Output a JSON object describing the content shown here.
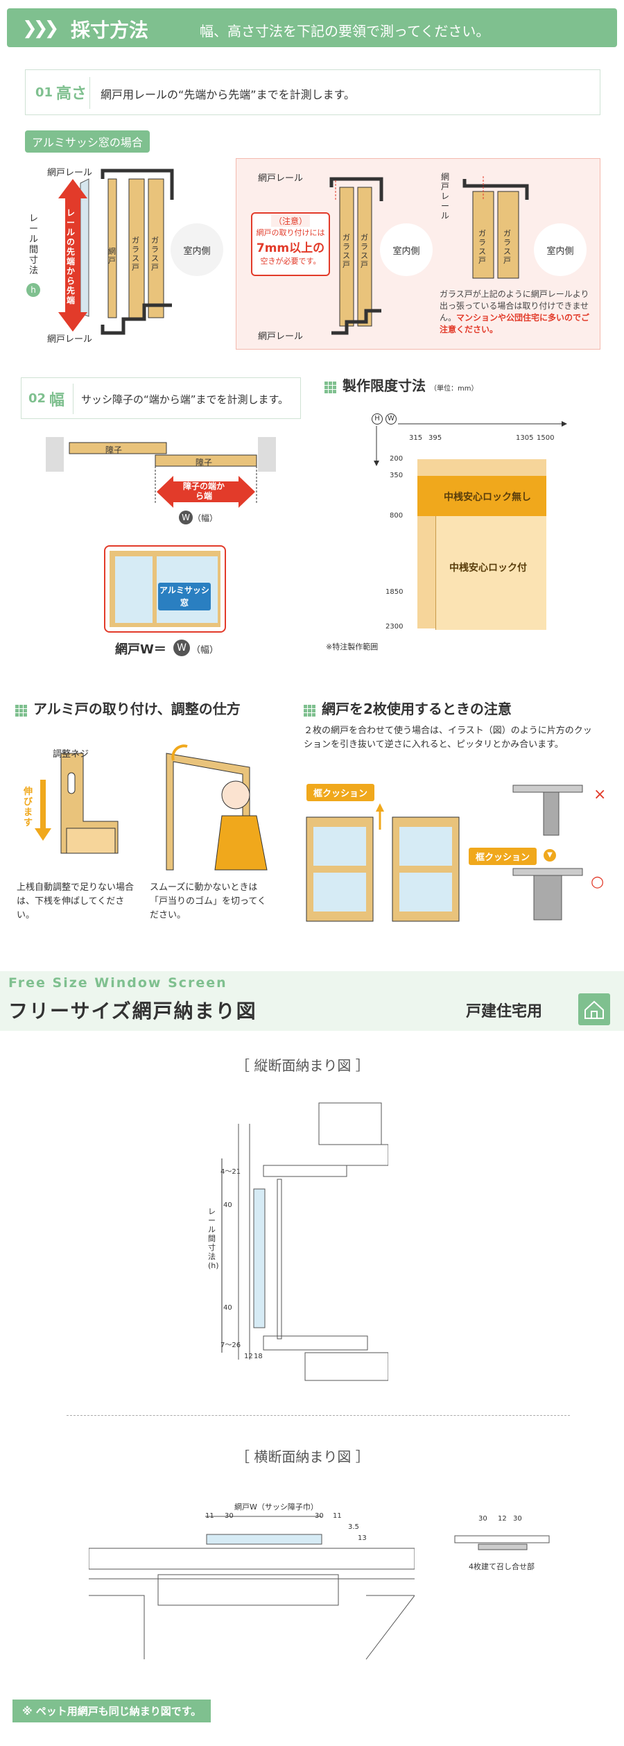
{
  "header": {
    "chevrons": "❯❯❯",
    "title": "採寸方法",
    "subtitle": "幅、高さ寸法を下記の要領で測ってください。"
  },
  "height": {
    "num": "01",
    "label": "高さ",
    "desc": "網戸用レールの“先端から先端”までを計測します。"
  },
  "alumi": {
    "tag": "アルミサッシ窓の場合",
    "rail_top": "網戸レール",
    "rail_bottom": "網戸レール",
    "vertical_label": "レール間寸法",
    "h_badge": "h",
    "red_arrow_text": "レールの先端から先端",
    "amido": "網戸",
    "glass1": "ガラス戸",
    "glass2": "ガラス戸",
    "indoor": "室内側"
  },
  "caution": {
    "rail_top": "網戸レール",
    "rail_bottom": "網戸レール",
    "title": "注意",
    "line1": "網戸の取り付けには",
    "line2": "7mm以上の",
    "line3": "空きが必要です。",
    "glass1": "ガラス戸",
    "glass2": "ガラス戸",
    "indoor1": "室内側",
    "indoor2": "室内側",
    "amido_rail": "網戸レール",
    "note": "ガラス戸が上記のように網戸レールより出っ張っている場合は取り付けできません。",
    "note_red": "マンションや公団住宅に多いのでご注意ください。"
  },
  "width": {
    "num": "02",
    "label": "幅",
    "desc": "サッシ障子の“端から端”までを計測します。",
    "shoji1": "障子",
    "shoji2": "障子",
    "arrow_text": "障子の端から端",
    "w_badge": "W",
    "w_label": "（幅）",
    "sash": "アルミサッシ窓",
    "formula": "網戸W＝",
    "formula_badge": "W",
    "formula_label": "（幅）"
  },
  "limits": {
    "title": "製作限度寸法",
    "unit": "（単位：mm）",
    "h": "H",
    "w": "W",
    "wticks": [
      "315",
      "395",
      "1305",
      "1500"
    ],
    "hticks": [
      "200",
      "350",
      "800",
      "1850",
      "2300"
    ],
    "zone1": "中桟安心ロック無し",
    "zone2": "中桟安心ロック付",
    "footnote": "※特注製作範囲"
  },
  "install": {
    "title": "アルミ戸の取り付け、調整の仕方",
    "screw": "調整ネジ",
    "stretch": "伸びます",
    "text1": "上桟自動調整で足りない場合は、下桟を伸ばしてください。",
    "text2": "スムーズに動かないときは「戸当りのゴム」を切ってください。"
  },
  "twouse": {
    "title": "網戸を2枚使用するときの注意",
    "desc": "２枚の網戸を合わせて使う場合は、イラスト（図）のように片方のクッションを引き抜いて逆さに入れると、ピッタリとかみ合います。",
    "tag1": "框クッション",
    "tag2": "框クッション",
    "ng": "×",
    "ok": "○"
  },
  "banner": {
    "en": "Free Size Window Screen",
    "ja": "フリーサイズ網戸納まり図",
    "house": "戸建住宅用"
  },
  "vsection": {
    "title": "［ 縦断面納まり図 ］",
    "rail_label": "レール間寸法(h)",
    "dims": [
      "4〜21",
      "40",
      "40",
      "7〜26",
      "12",
      "18"
    ]
  },
  "hsection": {
    "title": "［ 横断面納まり図 ］",
    "wlabel": "網戸W（サッシ障子巾）",
    "dims": [
      "11",
      "30",
      "30",
      "11",
      "3.5",
      "13"
    ],
    "detail_dims": [
      "30",
      "12",
      "30"
    ],
    "detail_caption": "4枚建て召し合せ部"
  },
  "footer": {
    "note": "※ ペット用網戸も同じ納まり図です。"
  },
  "colors": {
    "green": "#7fc08f",
    "wood": "#e9c37b",
    "orange": "#f0a81c",
    "red": "#e23b2a"
  }
}
